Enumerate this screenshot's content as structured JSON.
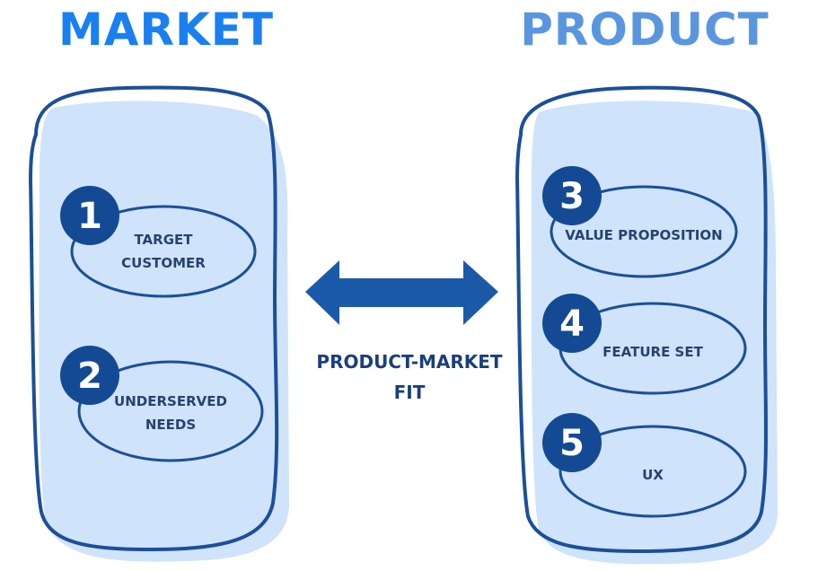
{
  "headings": {
    "left": "MARKET",
    "right": "PRODUCT"
  },
  "center_label": {
    "line1": "PRODUCT-MARKET",
    "line2": "FIT"
  },
  "market_items": [
    {
      "number": "1",
      "line1": "TARGET",
      "line2": "CUSTOMER"
    },
    {
      "number": "2",
      "line1": "UNDERSERVED",
      "line2": "NEEDS"
    }
  ],
  "product_items": [
    {
      "number": "3",
      "line1": "VALUE PROPOSITION"
    },
    {
      "number": "4",
      "line1": "FEATURE SET"
    },
    {
      "number": "5",
      "line1": "UX"
    }
  ],
  "colors": {
    "heading_left": "#1a7ff0",
    "heading_right": "#5a96e0",
    "panel_fill": "#cfe3fb",
    "outline": "#1c4f99",
    "circle": "#134a93",
    "arrow": "#1b5aa8",
    "label_text": "#27436e"
  }
}
